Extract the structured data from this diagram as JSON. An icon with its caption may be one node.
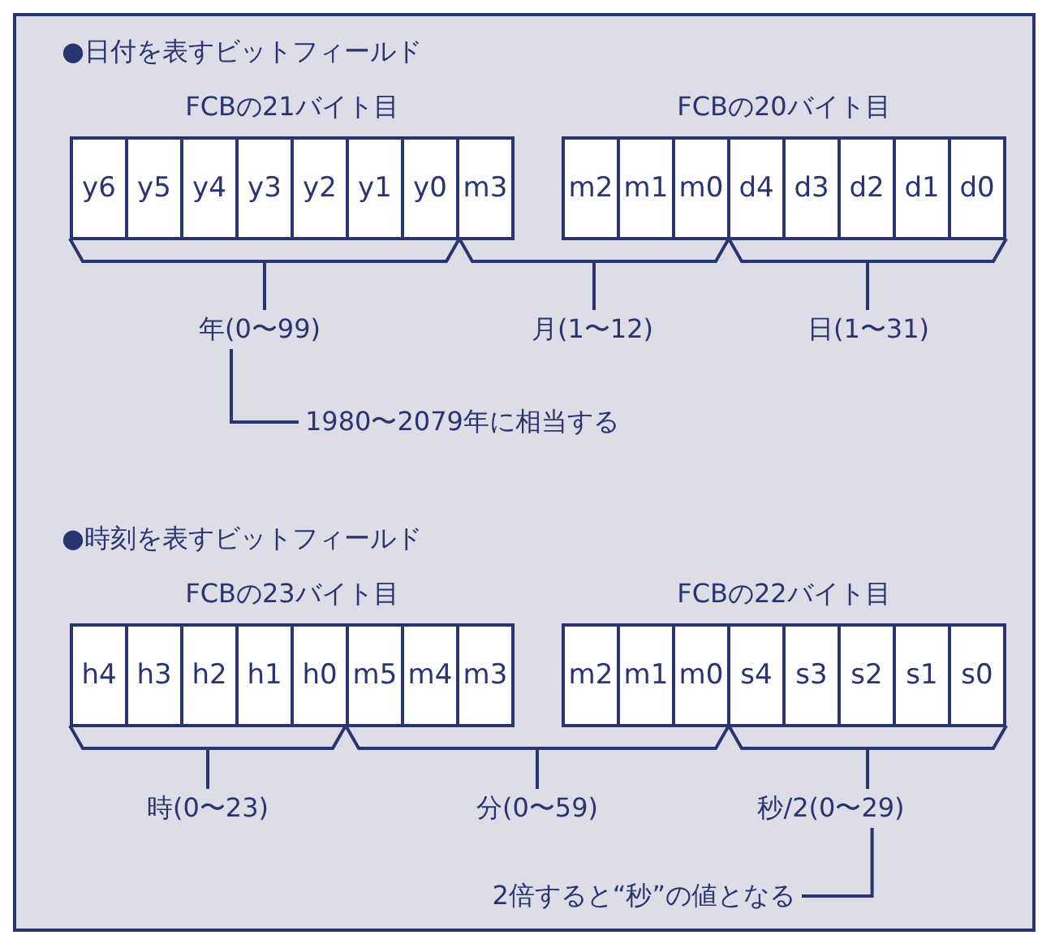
{
  "diagram": {
    "nodes": [
      {
        "text": [
          "FCBの21バイト目"
        ]
      },
      {
        "text": [
          "y6"
        ],
        "in": 0
      },
      {
        "text": [
          "y5"
        ],
        "in": 0
      },
      {
        "text": [
          "y4"
        ],
        "in": 0
      },
      {
        "text": [
          "y3"
        ],
        "in": 0
      },
      {
        "text": [
          "y2"
        ],
        "in": 0
      },
      {
        "text": [
          "y1"
        ],
        "in": 0
      },
      {
        "text": [
          "y0"
        ],
        "in": 0
      },
      {
        "text": [
          "m3"
        ],
        "in": 0
      },
      {
        "text": [
          "FCBの20バイト目"
        ]
      },
      {
        "text": [
          "m2"
        ],
        "in": 9
      },
      {
        "text": [
          "m1"
        ],
        "in": 9
      },
      {
        "text": [
          "m0"
        ],
        "in": 9
      },
      {
        "text": [
          "d4"
        ],
        "in": 9
      },
      {
        "text": [
          "d3"
        ],
        "in": 9
      },
      {
        "text": [
          "d2"
        ],
        "in": 9
      },
      {
        "text": [
          "d1"
        ],
        "in": 9
      },
      {
        "text": [
          "d0"
        ],
        "in": 9
      },
      {
        "text": [],
        "shape": "bracket"
      },
      {
        "text": [],
        "shape": "bracket"
      },
      {
        "text": [],
        "shape": "bracket"
      },
      {
        "text": [
          "年(0〜99)"
        ]
      },
      {
        "text": [
          "月(1〜12)"
        ]
      },
      {
        "text": [
          "日(1〜31)"
        ]
      },
      {
        "text": [
          "1980〜2079年に相当する"
        ]
      },
      {
        "text": [
          "FCBの23バイト目"
        ]
      },
      {
        "text": [
          "h4"
        ],
        "in": 25
      },
      {
        "text": [
          "h3"
        ],
        "in": 25
      },
      {
        "text": [
          "h2"
        ],
        "in": 25
      },
      {
        "text": [
          "h1"
        ],
        "in": 25
      },
      {
        "text": [
          "h0"
        ],
        "in": 25
      },
      {
        "text": [
          "m5"
        ],
        "in": 25
      },
      {
        "text": [
          "m4"
        ],
        "in": 25
      },
      {
        "text": [
          "m3"
        ],
        "in": 25
      },
      {
        "text": [
          "FCBの22バイト目"
        ]
      },
      {
        "text": [
          "m2"
        ],
        "in": 34
      },
      {
        "text": [
          "m1"
        ],
        "in": 34
      },
      {
        "text": [
          "m0"
        ],
        "in": 34
      },
      {
        "text": [
          "s4"
        ],
        "in": 34
      },
      {
        "text": [
          "s3"
        ],
        "in": 34
      },
      {
        "text": [
          "s2"
        ],
        "in": 34
      },
      {
        "text": [
          "s1"
        ],
        "in": 34
      },
      {
        "text": [
          "s0"
        ],
        "in": 34
      },
      {
        "text": [],
        "shape": "bracket"
      },
      {
        "text": [],
        "shape": "bracket"
      },
      {
        "text": [],
        "shape": "bracket"
      },
      {
        "text": [
          "時(0〜23)"
        ]
      },
      {
        "text": [
          "分(0〜59)"
        ]
      },
      {
        "text": [
          "秒/2(0〜29)"
        ]
      },
      {
        "text": [
          "2倍すると“秒”の値となる"
        ]
      }
    ],
    "edges": [
      {
        "from": 18,
        "to": 21,
        "arrow": "none"
      },
      {
        "from": 19,
        "to": 22,
        "arrow": "none"
      },
      {
        "from": 20,
        "to": 23,
        "arrow": "none"
      },
      {
        "from": 21,
        "to": 24,
        "arrow": "none"
      },
      {
        "from": 43,
        "to": 46,
        "arrow": "none"
      },
      {
        "from": 44,
        "to": 47,
        "arrow": "none"
      },
      {
        "from": 45,
        "to": 48,
        "arrow": "none"
      },
      {
        "from": 48,
        "to": 49,
        "arrow": "none"
      }
    ],
    "labels": [
      "●日付を表すビットフィールド",
      "●時刻を表すビットフィールド"
    ]
  }
}
